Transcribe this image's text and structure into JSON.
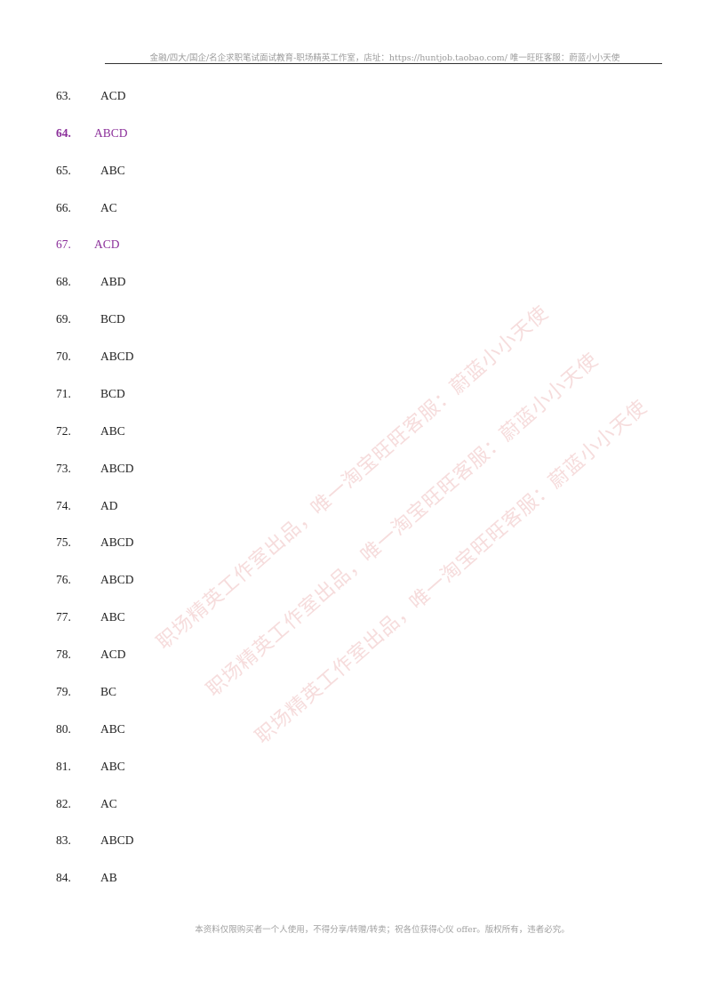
{
  "header": {
    "text": "金融/四大/国企/名企求职笔试面试教育-职场精英工作室，店址：https://huntjob.taobao.com/ 唯一旺旺客服：蔚蓝小小天使"
  },
  "answers": [
    {
      "number": "63.",
      "value": "ACD"
    },
    {
      "number": "64.",
      "value": "ABCD"
    },
    {
      "number": "65.",
      "value": "ABC"
    },
    {
      "number": "66.",
      "value": "AC"
    },
    {
      "number": "67.",
      "value": "ACD"
    },
    {
      "number": "68.",
      "value": "ABD"
    },
    {
      "number": "69.",
      "value": "BCD"
    },
    {
      "number": "70.",
      "value": "ABCD"
    },
    {
      "number": "71.",
      "value": "BCD"
    },
    {
      "number": "72.",
      "value": "ABC"
    },
    {
      "number": "73.",
      "value": "ABCD"
    },
    {
      "number": "74.",
      "value": "AD"
    },
    {
      "number": "75.",
      "value": "ABCD"
    },
    {
      "number": "76.",
      "value": "ABCD"
    },
    {
      "number": "77.",
      "value": "ABC"
    },
    {
      "number": "78.",
      "value": "ACD"
    },
    {
      "number": "79.",
      "value": "BC"
    },
    {
      "number": "80.",
      "value": "ABC"
    },
    {
      "number": "81.",
      "value": "ABC"
    },
    {
      "number": "82.",
      "value": "AC"
    },
    {
      "number": "83.",
      "value": "ABCD"
    },
    {
      "number": "84.",
      "value": "AB"
    }
  ],
  "watermarks": [
    "职场精英工作室出品，唯一淘宝旺旺客服：蔚蓝小小天使",
    "职场精英工作室出品，唯一淘宝旺旺客服：蔚蓝小小天使",
    "职场精英工作室出品，唯一淘宝旺旺客服：蔚蓝小小天使"
  ],
  "footer": {
    "text": "本资料仅限购买者一个人使用，不得分享/转赠/转卖；祝各位获得心仪 offer。版权所有，违者必究。"
  },
  "colors": {
    "accent": "#8b2f9a",
    "text": "#222222",
    "watermark": "#e49696"
  }
}
